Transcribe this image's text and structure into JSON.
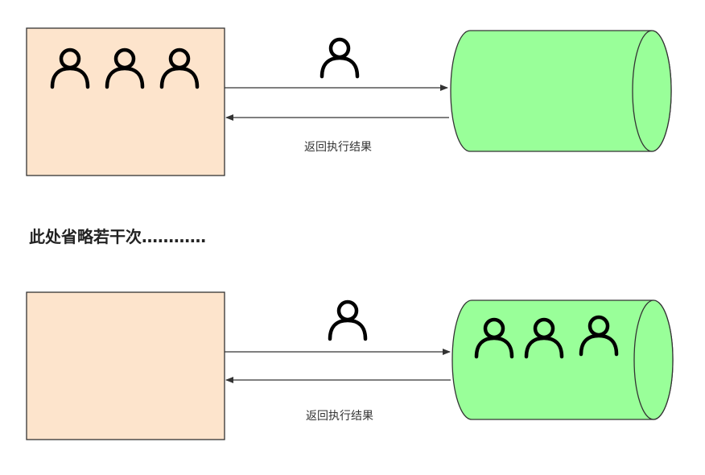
{
  "top": {
    "arrow_label": "返回执行结果"
  },
  "middle": {
    "note": "此处省略若干次…………"
  },
  "bottom": {
    "arrow_label": "返回执行结果"
  },
  "colors": {
    "client_fill": "#fde4cc",
    "cylinder_fill": "#99ff99",
    "stroke": "#333333",
    "person": "#000000"
  },
  "icons": {
    "person": "person-outline-icon"
  }
}
